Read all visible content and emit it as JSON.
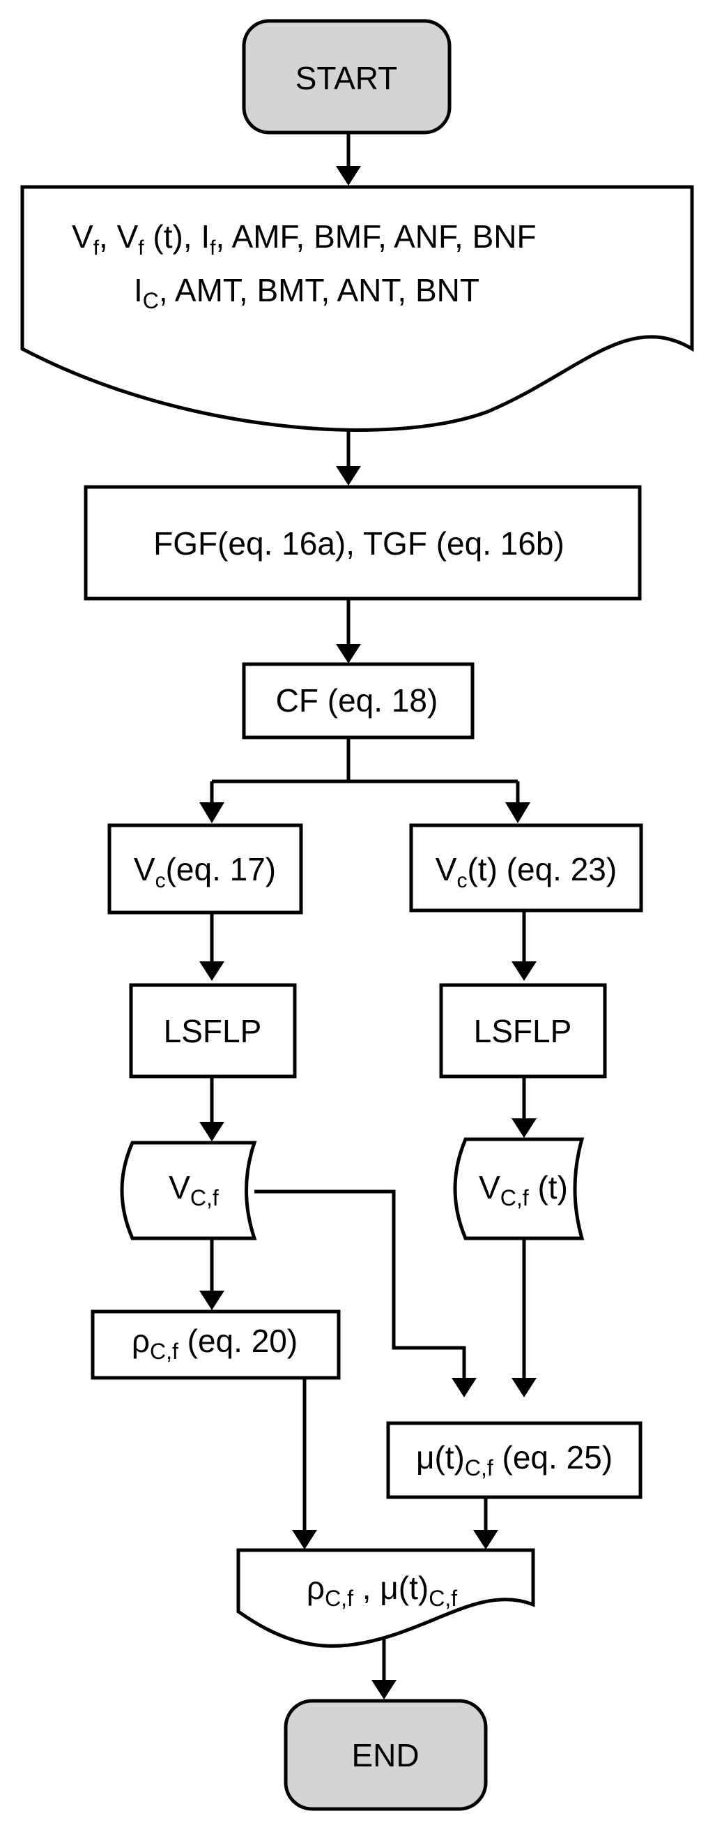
{
  "nodes": {
    "start": {
      "label": "START"
    },
    "input": {
      "line1": {
        "v": "V",
        "f": "f",
        "sep1": ", ",
        "v2": "V",
        "f2": "f",
        "t": " (t), ",
        "i": "I",
        "f3": "f",
        "rest": ", AMF, BMF, ANF, BNF"
      },
      "line2": {
        "i": "I",
        "c": "C",
        "rest": ", AMT, BMT, ANT, BNT"
      }
    },
    "fgf_tgf": {
      "label": "FGF(eq. 16a), TGF (eq. 16b)"
    },
    "cf": {
      "label": "CF (eq. 18)"
    },
    "vc_left": {
      "v": "V",
      "sub": "c",
      "rest": "(eq. 17)"
    },
    "vc_right": {
      "v": "V",
      "sub": "c",
      "rest": "(t) (eq. 23)"
    },
    "lsflp_left": {
      "label": "LSFLP"
    },
    "lsflp_right": {
      "label": "LSFLP"
    },
    "vcf_left": {
      "v": "V",
      "sub": "C,f"
    },
    "vcf_right": {
      "v": "V",
      "sub": "C,f",
      "rest": " (t)"
    },
    "rho": {
      "rho": "ρ",
      "sub": "C,f",
      "rest": " (eq. 20)"
    },
    "mu": {
      "mu": "μ(t)",
      "sub": "C,f",
      "rest": " (eq. 25)"
    },
    "output": {
      "rho": "ρ",
      "sub1": "C,f",
      "sep": " , ",
      "mu": "μ(t)",
      "sub2": "C,f"
    },
    "end": {
      "label": "END"
    }
  }
}
